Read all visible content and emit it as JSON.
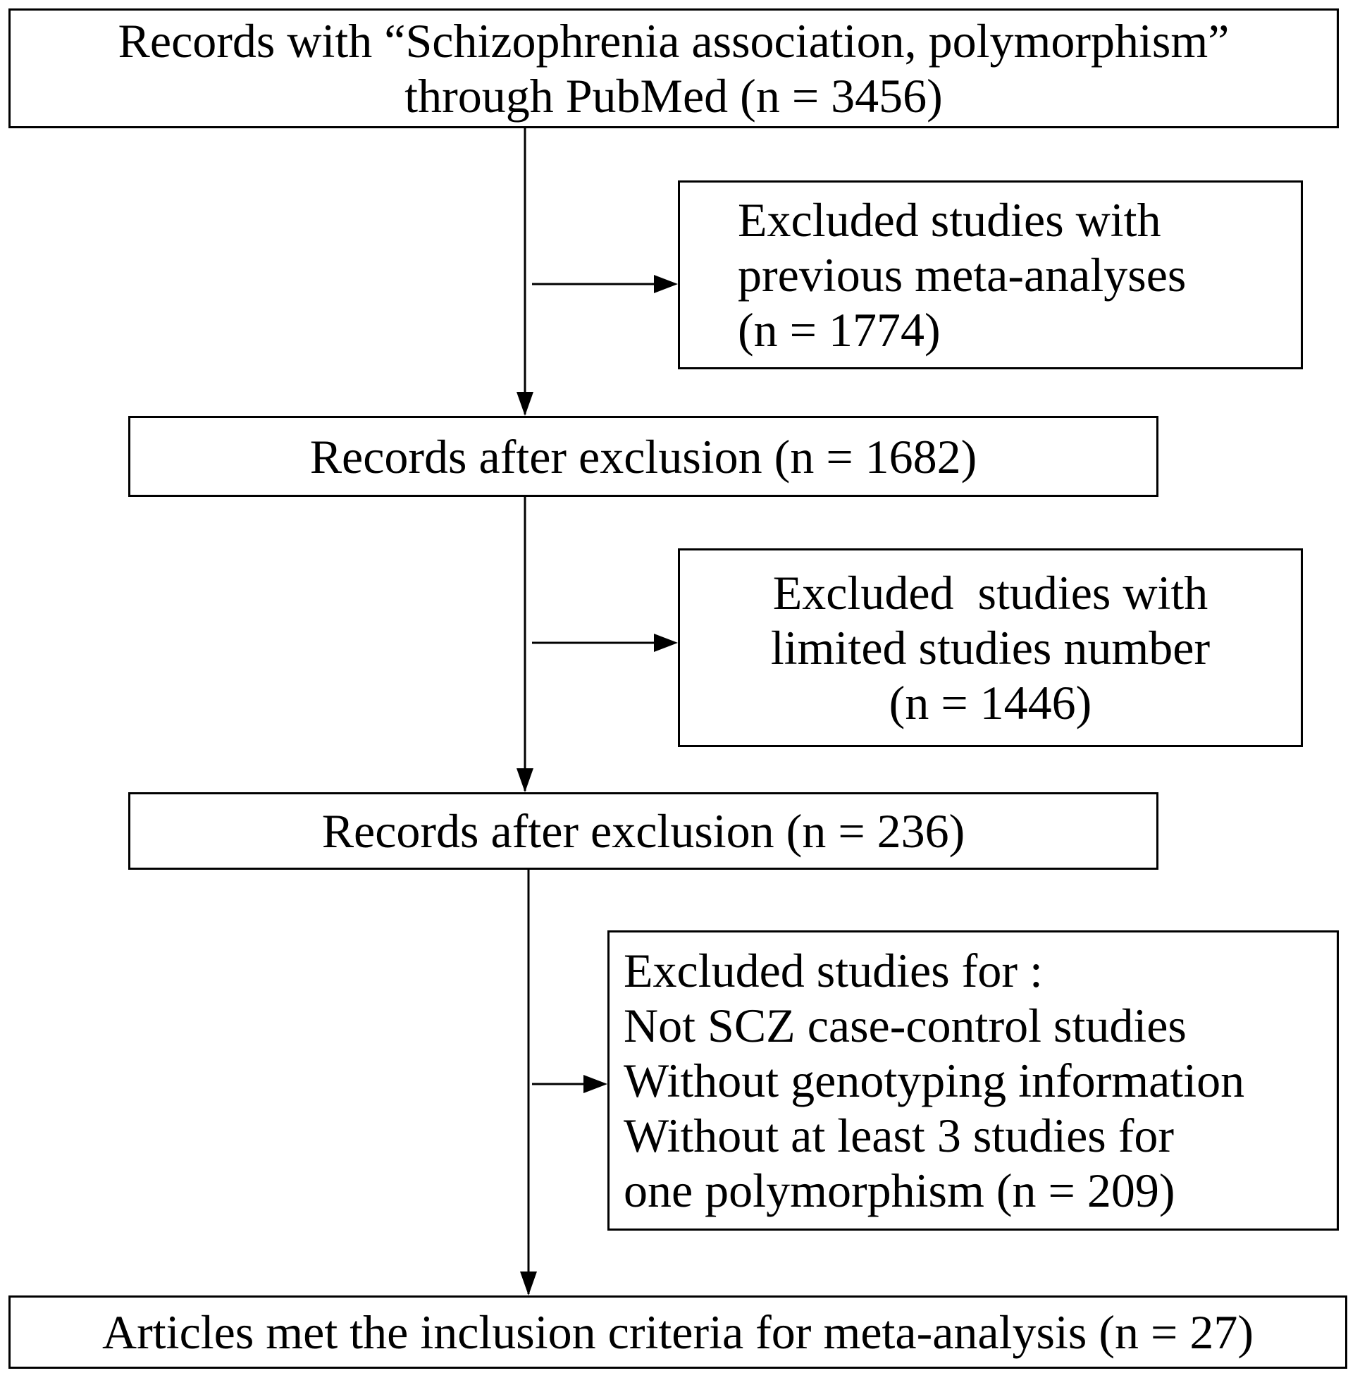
{
  "flowchart": {
    "search": {
      "lines": [
        "Records with “Schizophrenia association, polymorphism”",
        "through PubMed (n = 3456)"
      ]
    },
    "exclusion_1": {
      "lines": [
        "Excluded studies with",
        "previous meta-analyses",
        "(n = 1774)"
      ]
    },
    "after_exclusion_1": {
      "lines": [
        "Records after exclusion (n = 1682)"
      ]
    },
    "exclusion_2": {
      "lines": [
        "Excluded  studies with",
        "limited studies number",
        "(n = 1446)"
      ]
    },
    "after_exclusion_2": {
      "lines": [
        "Records after exclusion (n = 236)"
      ]
    },
    "exclusion_3": {
      "lines": [
        "Excluded studies for :",
        "Not SCZ case-control studies",
        "Without genotyping information",
        "Without at least 3 studies for",
        "one polymorphism (n = 209)"
      ]
    },
    "final": {
      "lines": [
        "Articles met the inclusion criteria for meta-analysis (n = 27)"
      ]
    },
    "colors": {
      "stroke": "#000000",
      "background": "#ffffff"
    }
  }
}
